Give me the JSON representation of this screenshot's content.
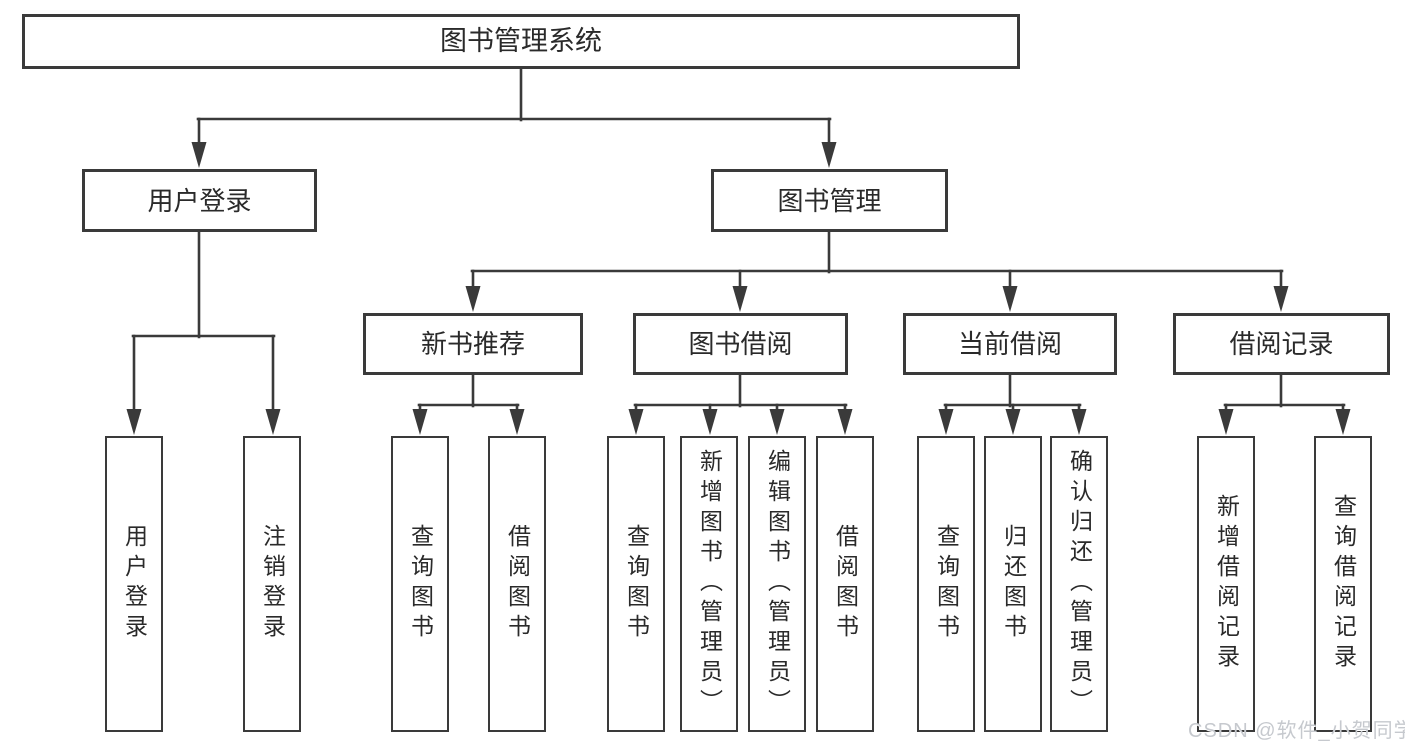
{
  "root": {
    "label": "图书管理系统"
  },
  "branches": [
    {
      "label": "用户登录",
      "children": [
        {
          "label": "用户登录"
        },
        {
          "label": "注销登录"
        }
      ]
    },
    {
      "label": "图书管理",
      "children": [
        {
          "label": "新书推荐",
          "children": [
            {
              "label": "查询图书"
            },
            {
              "label": "借阅图书"
            }
          ]
        },
        {
          "label": "图书借阅",
          "children": [
            {
              "label": "查询图书"
            },
            {
              "label": "新增图书（管理员）"
            },
            {
              "label": "编辑图书（管理员）"
            },
            {
              "label": "借阅图书"
            }
          ]
        },
        {
          "label": "当前借阅",
          "children": [
            {
              "label": "查询图书"
            },
            {
              "label": "归还图书"
            },
            {
              "label": "确认归还（管理员）"
            }
          ]
        },
        {
          "label": "借阅记录",
          "children": [
            {
              "label": "新增借阅记录"
            },
            {
              "label": "查询借阅记录"
            }
          ]
        }
      ]
    }
  ],
  "watermark": {
    "text": "CSDN @软件_小贺同学"
  },
  "colors": {
    "line": "#3a3a3a",
    "box_border": "#3a3a3a",
    "text": "#2a2a2a",
    "background": "#ffffff",
    "watermark": "#c6c9ce"
  }
}
